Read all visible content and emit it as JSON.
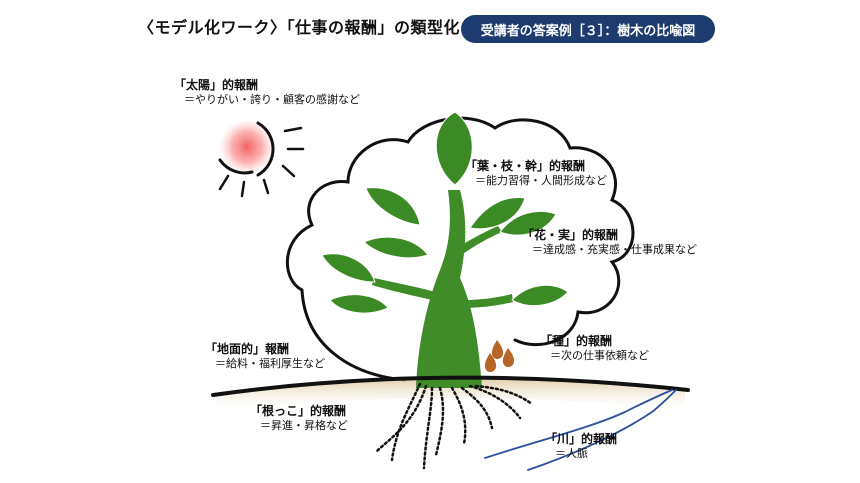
{
  "header": {
    "title": "〈モデル化ワーク〉「仕事の報酬」の類型化",
    "badge": "受講者の答案例［３］：樹木の比喩図"
  },
  "labels": {
    "sun": {
      "heading": "「太陽」的報酬",
      "detail": "＝やりがい・誇り・顧客の感謝など"
    },
    "leaves": {
      "heading": "「葉・枝・幹」的報酬",
      "detail": "＝能力習得・人間形成など"
    },
    "flowers": {
      "heading": "「花・実」的報酬",
      "detail": "＝達成感・充実感・仕事成果など"
    },
    "seeds": {
      "heading": "「種」的報酬",
      "detail": "＝次の仕事依頼など"
    },
    "ground": {
      "heading": "「地面的」報酬",
      "detail": "＝給料・福利厚生など"
    },
    "roots": {
      "heading": "「根っこ」的報酬",
      "detail": "＝昇進・昇格など"
    },
    "river": {
      "heading": "「川」的報酬",
      "detail": "＝人脈"
    }
  },
  "colors": {
    "badge_bg": "#1d3b6e",
    "leaf_green": "#3c8a26",
    "trunk_green": "#3f8c28",
    "seed_brown": "#b8652a",
    "sun_glow": "#f25a5a",
    "river_blue": "#2c4f9e",
    "ground_brown": "#d9c08f"
  }
}
